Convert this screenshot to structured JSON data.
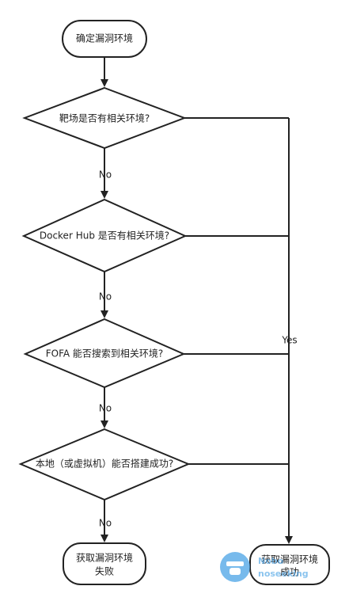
{
  "nodes": {
    "start": "确定漏洞环境",
    "q1": "靶场是否有相关环境?",
    "q2": "Docker Hub 是否有相关环境?",
    "q3": "FOFA 能否搜索到相关环境?",
    "q4": "本地（或虚拟机）能否搭建成功?",
    "fail_line1": "获取漏洞环境",
    "fail_line2": "失败",
    "success_line1": "获取漏洞环境",
    "success_line2": "成功"
  },
  "edges": {
    "no1": "No",
    "no2": "No",
    "no3": "No",
    "no4": "No",
    "yes": "Yes"
  },
  "watermark": {
    "line1": "Nobo",
    "line2": "noseeking"
  }
}
